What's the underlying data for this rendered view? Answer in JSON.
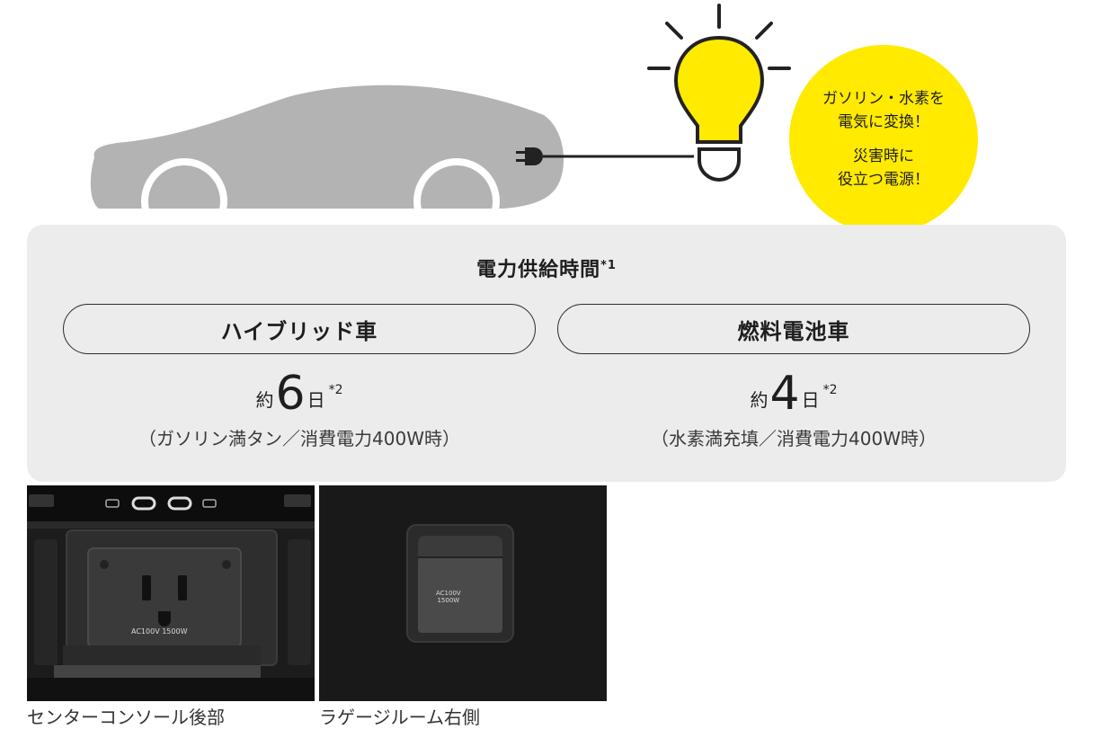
{
  "badge": {
    "line1": "ガソリン・水素を",
    "line2": "電気に変換！",
    "line3": "災害時に",
    "line4": "役立つ電源！"
  },
  "panel": {
    "title": "電力供給時間",
    "title_note": "*1",
    "hybrid": {
      "label": "ハイブリッド車",
      "prefix": "約",
      "days": "6",
      "unit": "日",
      "note": "*2",
      "condition": "（ガソリン満タン／消費電力400W時）"
    },
    "fuel_cell": {
      "label": "燃料電池車",
      "prefix": "約",
      "days": "4",
      "unit": "日",
      "note": "*2",
      "condition": "（水素満充填／消費電力400W時）"
    }
  },
  "photos": {
    "center_console": {
      "outlet_label": "AC100V 1500W",
      "caption": "センターコンソール後部"
    },
    "luggage": {
      "outlet_label_1": "AC100V",
      "outlet_label_2": "1500W",
      "caption": "ラゲージルーム右側"
    }
  },
  "colors": {
    "badge": "#ffea00",
    "bulb": "#ffea00",
    "car": "#b3b3b3",
    "panel": "#ececec"
  }
}
